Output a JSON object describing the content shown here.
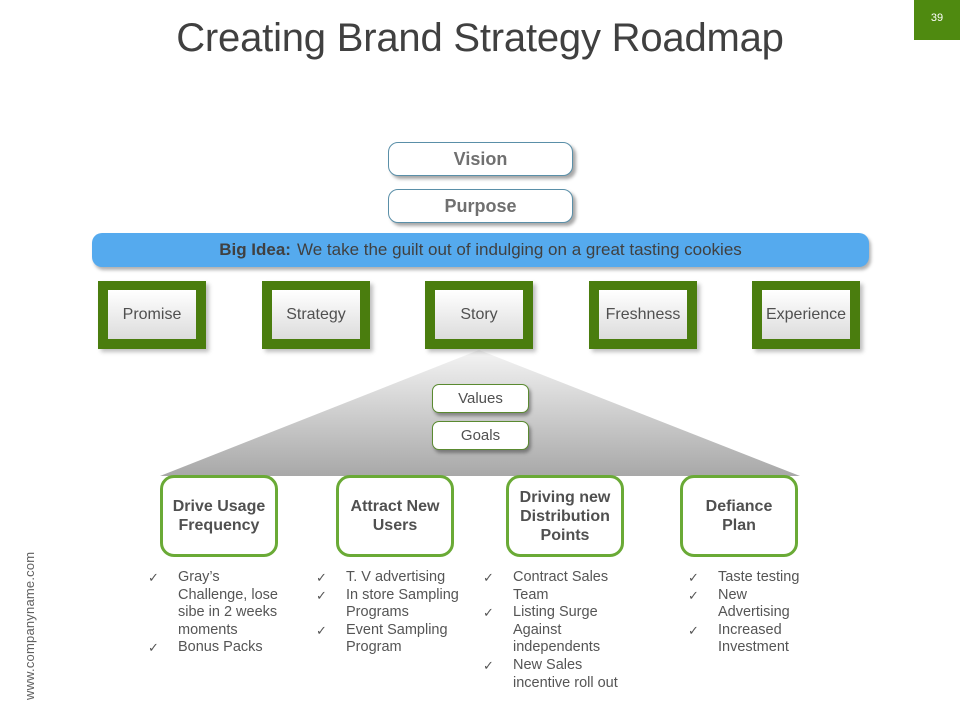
{
  "slide": {
    "title": "Creating Brand Strategy Roadmap",
    "slide_number": "39",
    "footer_url": "www.companyname.com"
  },
  "top": {
    "vision": "Vision",
    "purpose": "Purpose",
    "big_idea_label": "Big Idea:",
    "big_idea_text": "We take the guilt out of indulging on a great tasting cookies"
  },
  "pillars": [
    {
      "label": "Promise"
    },
    {
      "label": "Strategy"
    },
    {
      "label": "Story"
    },
    {
      "label": "Freshness"
    },
    {
      "label": "Experience"
    }
  ],
  "pyramid": {
    "values": "Values",
    "goals": "Goals"
  },
  "goals": [
    {
      "title_line1": "Drive Usage",
      "title_line2": "Frequency",
      "title_line3": "",
      "items": [
        "Gray’s Challenge, lose sibe in 2 weeks moments",
        "Bonus Packs"
      ]
    },
    {
      "title_line1": "Attract New",
      "title_line2": "Users",
      "title_line3": "",
      "items": [
        "T. V advertising",
        "In store Sampling Programs",
        "Event Sampling Program"
      ]
    },
    {
      "title_line1": "Driving new",
      "title_line2": "Distribution",
      "title_line3": "Points",
      "items": [
        "Contract Sales Team",
        "Listing Surge Against independents",
        "New Sales incentive roll out"
      ]
    },
    {
      "title_line1": "Defiance",
      "title_line2": "Plan",
      "title_line3": "",
      "items": [
        "Taste testing",
        "New Advertising",
        "Increased Investment"
      ]
    }
  ],
  "icons": {
    "check": "✓"
  },
  "colors": {
    "pillar_green": "#4a7d0e",
    "goal_border_green": "#6aaa36",
    "big_idea_blue": "#55aaee",
    "slide_number_bg": "#4f8a10"
  }
}
